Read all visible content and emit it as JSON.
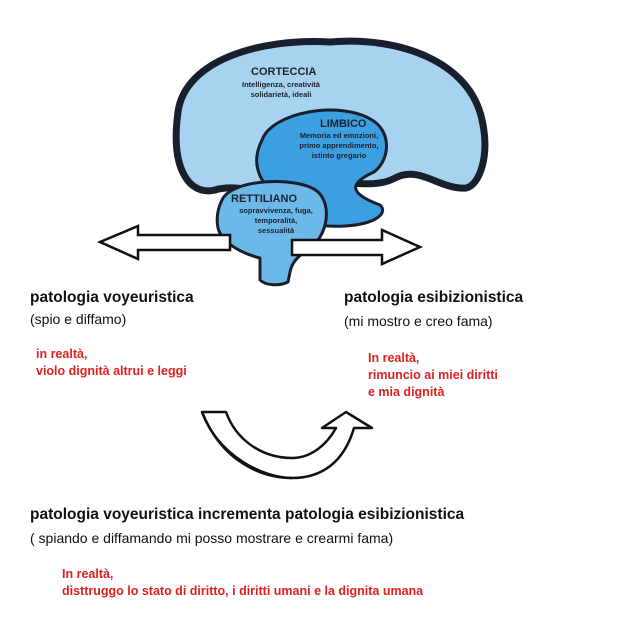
{
  "brain": {
    "corteccia": {
      "title": "CORTECCIA",
      "lines": [
        "Intelligenza, creatività",
        "solidarietà, ideali"
      ]
    },
    "limbico": {
      "title": "LIMBICO",
      "lines": [
        "Memoria ed emozioni,",
        "primo apprendimento,",
        "istinto gregario"
      ]
    },
    "rettiliano": {
      "title": "RETTILIANO",
      "lines": [
        "sopravvivenza, fuga,",
        "temporalità,",
        "sessualità"
      ]
    }
  },
  "left": {
    "heading": "patologia voyeuristica",
    "sub": "(spio e diffamo)",
    "reality": [
      "in realtà,",
      "violo dignità altrui e leggi"
    ]
  },
  "right": {
    "heading": "patologia esibizionistica",
    "sub": "(mi mostro e creo fama)",
    "reality": [
      "In realtà,",
      "rimuncio ai miei diritti",
      "e mia dignità"
    ]
  },
  "bottom": {
    "heading_a": "patologia voyeuristica incrementa",
    "heading_b": "patologia esibizionistica",
    "sub": "( spiando e diffamando mi posso mostrare e crearmi fama)",
    "reality": [
      "In realtà,",
      "disttruggo lo stato di diritto, i diritti umani e la dignita umana"
    ]
  },
  "colors": {
    "cortex": "#a8d3f0",
    "limbic": "#3c9fe0",
    "reptilian": "#6cb8e8",
    "outline": "#1a1f2e",
    "reality_text": "#e02020"
  }
}
